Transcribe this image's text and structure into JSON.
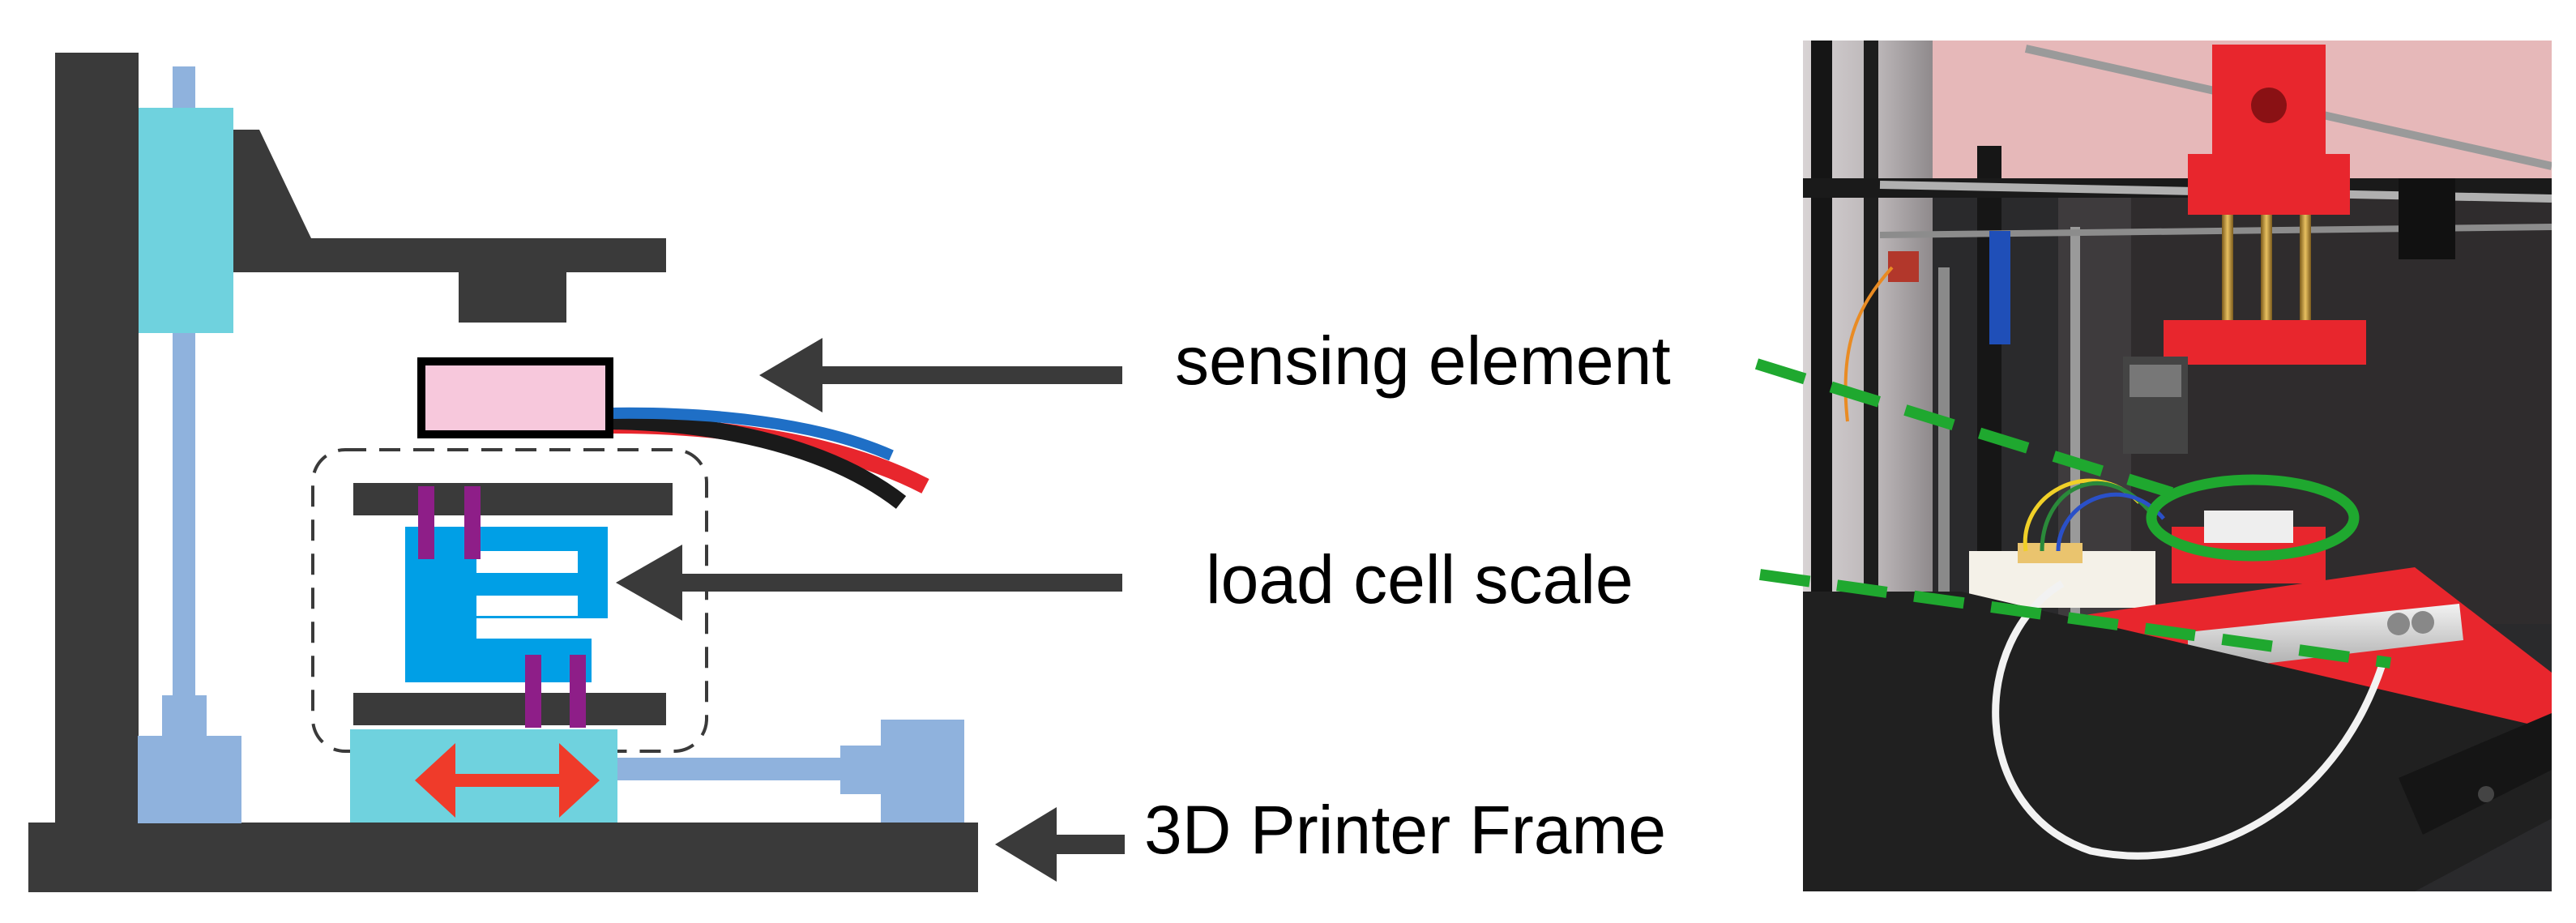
{
  "labels": {
    "sensing_element": "sensing element",
    "load_cell_scale": "load cell scale",
    "printer_frame": "3D Printer Frame"
  },
  "colors": {
    "frame": "#3a3a3a",
    "carriage": "#6fd2de",
    "rod": "#8fb2dd",
    "sensor": "#f7c8dc",
    "load_cell": "#009fe6",
    "screws": "#8e1e88",
    "motion_arrow": "#ef3b2a",
    "callout": "#1fa82f",
    "printer_red": "#e8262d"
  },
  "icons": [
    "left-arrow-icon",
    "double-headed-arrow-icon"
  ]
}
